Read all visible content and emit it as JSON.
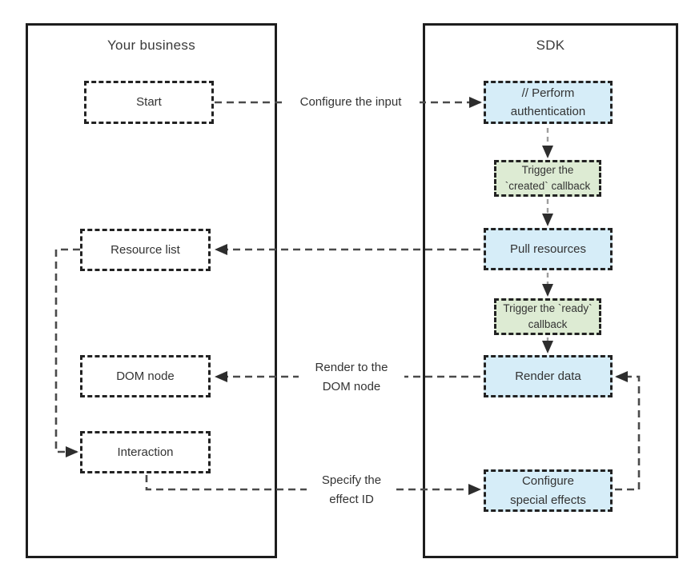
{
  "diagram": {
    "left_panel": {
      "title": "Your business",
      "nodes": [
        {
          "id": "start",
          "label": "Start"
        },
        {
          "id": "resource-list",
          "label": "Resource list"
        },
        {
          "id": "dom-node",
          "label": "DOM node"
        },
        {
          "id": "interaction",
          "label": "Interaction"
        }
      ]
    },
    "right_panel": {
      "title": "SDK",
      "nodes": [
        {
          "id": "perform-authentication",
          "label": "// Perform authentication",
          "kind": "step"
        },
        {
          "id": "created-callback",
          "label": "Trigger the `created` callback",
          "kind": "callback"
        },
        {
          "id": "pull-resources",
          "label": "Pull resources",
          "kind": "step"
        },
        {
          "id": "ready-callback",
          "label": "Trigger the `ready` callback",
          "kind": "callback"
        },
        {
          "id": "render-data",
          "label": "Render data",
          "kind": "step"
        },
        {
          "id": "configure-special-effects",
          "label": "Configure special effects",
          "kind": "step"
        }
      ]
    },
    "edge_labels": {
      "configure_input": "Configure the input",
      "render_to_dom": "Render to the DOM node",
      "specify_effect": "Specify the effect ID"
    },
    "colors": {
      "step_fill": "#d6edf8",
      "callback_fill": "#ddebd3",
      "node_border": "#222222",
      "panel_border": "#1d1d1d",
      "connector_dark": "#4a4a4a",
      "connector_light": "#9e9e9e",
      "arrowhead": "#2d2d2d",
      "text": "#333333"
    }
  }
}
